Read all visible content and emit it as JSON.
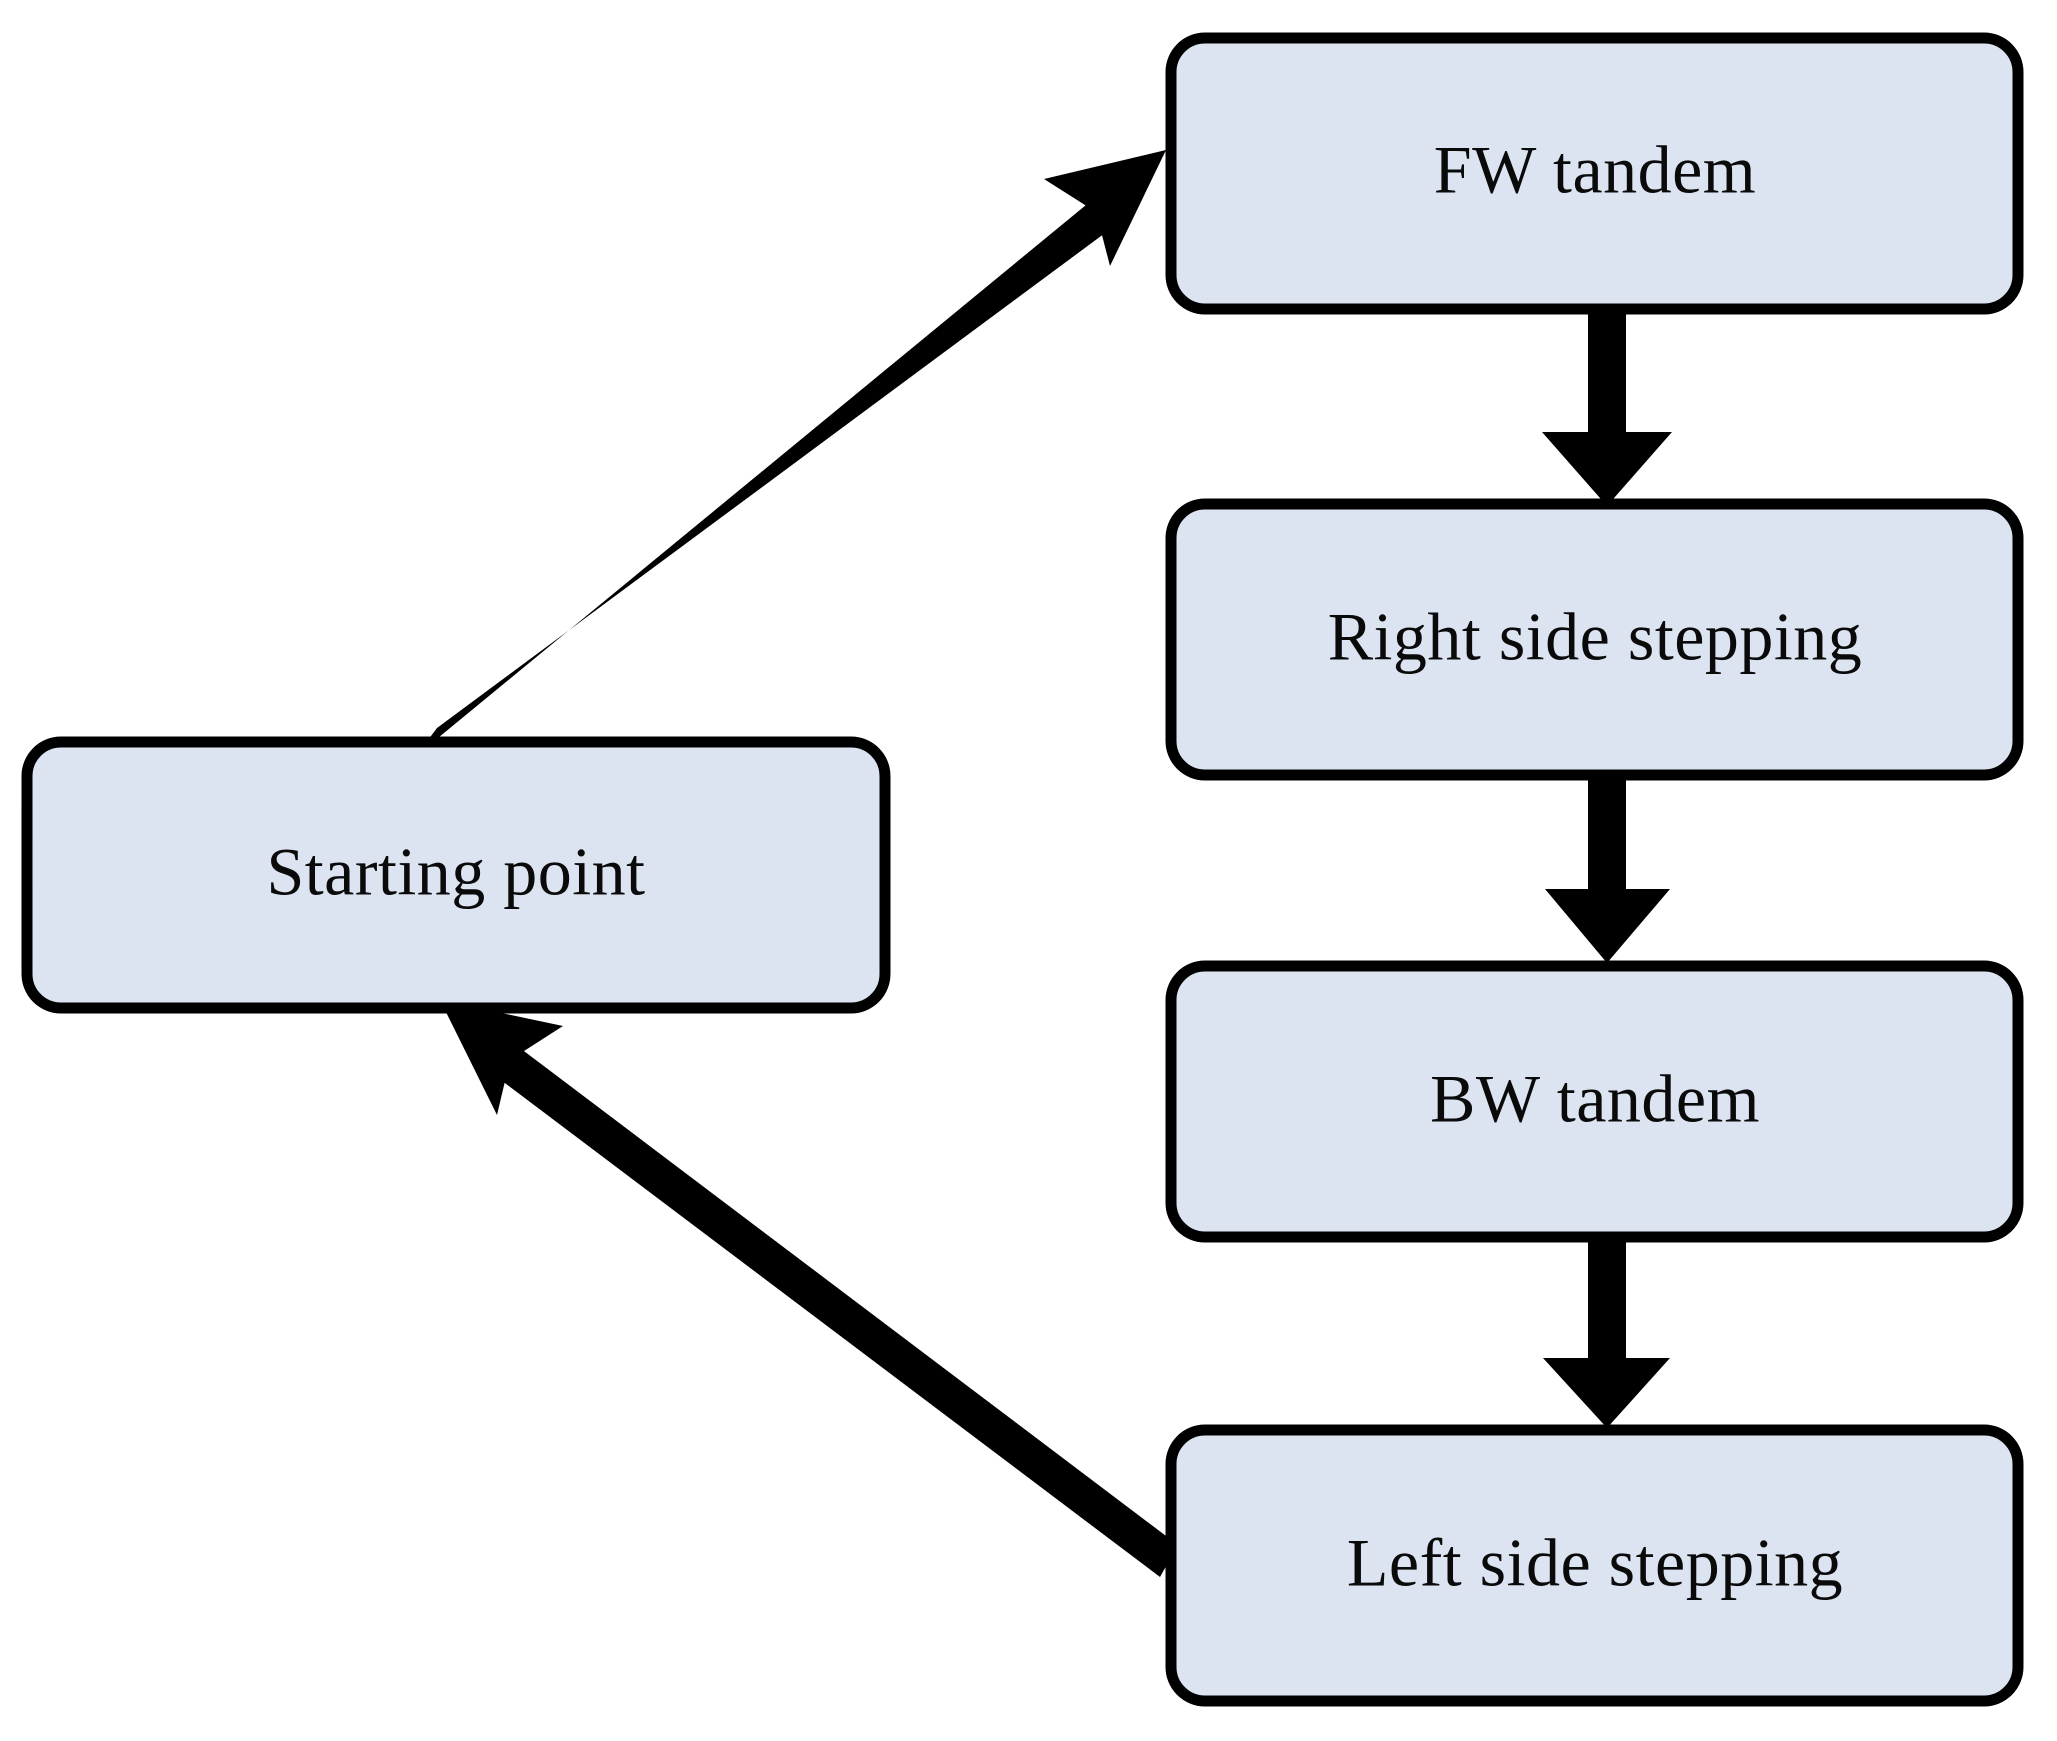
{
  "diagram": {
    "type": "flowchart",
    "title": "",
    "background_color": "#ffffff",
    "node_fill_color": "#dce4f2",
    "node_border_color": "#000000",
    "edge_color": "#000000",
    "text_color": "#0a0a0a",
    "nodes": [
      {
        "id": "starting-point",
        "label": "Starting point"
      },
      {
        "id": "fw-tandem",
        "label": "FW tandem"
      },
      {
        "id": "right-side-stepping",
        "label": "Right side stepping"
      },
      {
        "id": "bw-tandem",
        "label": "BW tandem"
      },
      {
        "id": "left-side-stepping",
        "label": "Left side stepping"
      }
    ],
    "edges": [
      {
        "from": "starting-point",
        "to": "fw-tandem",
        "style": "diagonal-up-right"
      },
      {
        "from": "fw-tandem",
        "to": "right-side-stepping",
        "style": "vertical-down"
      },
      {
        "from": "right-side-stepping",
        "to": "bw-tandem",
        "style": "vertical-down"
      },
      {
        "from": "bw-tandem",
        "to": "left-side-stepping",
        "style": "vertical-down"
      },
      {
        "from": "left-side-stepping",
        "to": "starting-point",
        "style": "diagonal-up-left"
      }
    ]
  }
}
